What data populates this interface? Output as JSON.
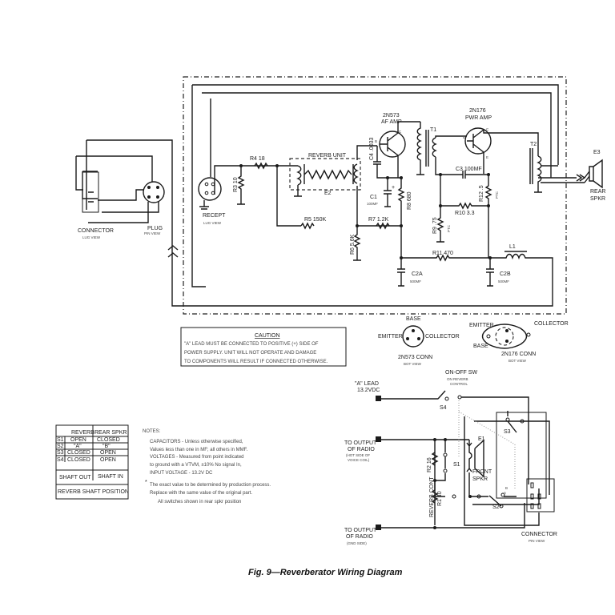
{
  "title": "Fig. 9—Reverberator Wiring Diagram",
  "left_connector": {
    "label": "CONNECTOR",
    "sub": "LUG VIEW"
  },
  "plug": {
    "label": "PLUG",
    "sub": "PIN VIEW"
  },
  "recept": {
    "label": "RECEPT",
    "sub": "LUG VIEW"
  },
  "components": {
    "r4": "R4 18",
    "r3": "R3 10",
    "reverb_unit": "REVERB UNIT",
    "e2": "E2",
    "r5": "R5 150K",
    "r6": "R6 5.6K",
    "r7": "R7 1.2K",
    "r8": "R8 680",
    "c4": "C4 .0033",
    "c1": "C1",
    "c1_val": "100MF",
    "q1_type": "2N573",
    "q1_role": "AF AMP",
    "t1": "T1",
    "q2_type": "2N176",
    "q2_role": "PWR AMP",
    "t2": "T2",
    "c3": "C3 100MF",
    "r12": "R12 .5",
    "r12b": "PTC",
    "r10": "R10 3.3",
    "r9": "R9 .75",
    "r9b": "PTC",
    "r11": "R11 470",
    "l1": "L1",
    "c2a": "C2A",
    "c2a_val": "500MF",
    "c2b": "C2B",
    "c2b_val": "500MF",
    "e3": "E3",
    "rear_spkr": "REAR",
    "rear_spkr2": "SPKR",
    "b": "B",
    "c": "C",
    "e": "E"
  },
  "caution": {
    "heading": "CAUTION",
    "lines": [
      "\"A\" LEAD MUST BE CONNECTED TO POSITIVE (+) SIDE OF",
      "POWER SUPPLY. UNIT WILL NOT OPERATE AND DAMAGE",
      "TO COMPONENTS WILL RESULT IF CONNECTED OTHERWISE."
    ]
  },
  "conn_2n573": {
    "base": "BASE",
    "emitter": "EMITTER",
    "collector": "COLLECTOR",
    "label": "2N573 CONN",
    "sub": "BOT VIEW"
  },
  "conn_2n176": {
    "base": "BASE",
    "emitter": "EMITTER",
    "collector": "COLLECTOR",
    "label": "2N176 CONN",
    "sub": "BOT VIEW"
  },
  "switch_table": {
    "headers": [
      "REVERB",
      "REAR SPKR"
    ],
    "rows": [
      [
        "S1",
        "OPEN",
        "CLOSED"
      ],
      [
        "S2",
        "\"A\"",
        "\"B\""
      ],
      [
        "S3",
        "CLOSED",
        "OPEN"
      ],
      [
        "S4",
        "CLOSED",
        "OPEN"
      ]
    ],
    "shaft": [
      "SHAFT OUT",
      "SHAFT IN"
    ],
    "footer": "REVERB SHAFT POSITION"
  },
  "notes": {
    "heading": "NOTES:",
    "lines": [
      "CAPACITORS - Unless otherwise specified,",
      "Values less than one in MF; all others in MMF.",
      "VOLTAGES - Measured from point indicated",
      "to ground with a VTVM, ±10% No signal In,",
      "INPUT VOLTAGE - 13.2V DC"
    ],
    "star_lines": [
      "The exact value to be determined by production process.",
      "Replace with the same value of the original part."
    ],
    "switch_note": "All switches shown in rear spkr position"
  },
  "lower": {
    "a_lead": "\"A\" LEAD",
    "a_volt": "13.2VDC",
    "onoff": "ON-OFF SW",
    "onoff_sub1": "ON REVERB",
    "onoff_sub2": "CONTROL",
    "s4": "S4",
    "s3": "S3",
    "s1": "S1",
    "s2": "S2",
    "e1": "E1",
    "front": "FRONT",
    "front2": "SPKR",
    "out1": "TO OUTPUT",
    "out1b": "OF RADIO",
    "out1c": "(HOT SIDE OF",
    "out1d": "VOICE COIL)",
    "r2": "R2 16",
    "r1": "R1 40",
    "reverb_cont": "REVERB CONT",
    "out2": "TO OUTPUT",
    "out2b": "OF RADIO",
    "out2c": "(GND SIDE)",
    "connector": "CONNECTOR",
    "connector_sub": "PIN VIEW",
    "a": "A",
    "b": "B"
  }
}
